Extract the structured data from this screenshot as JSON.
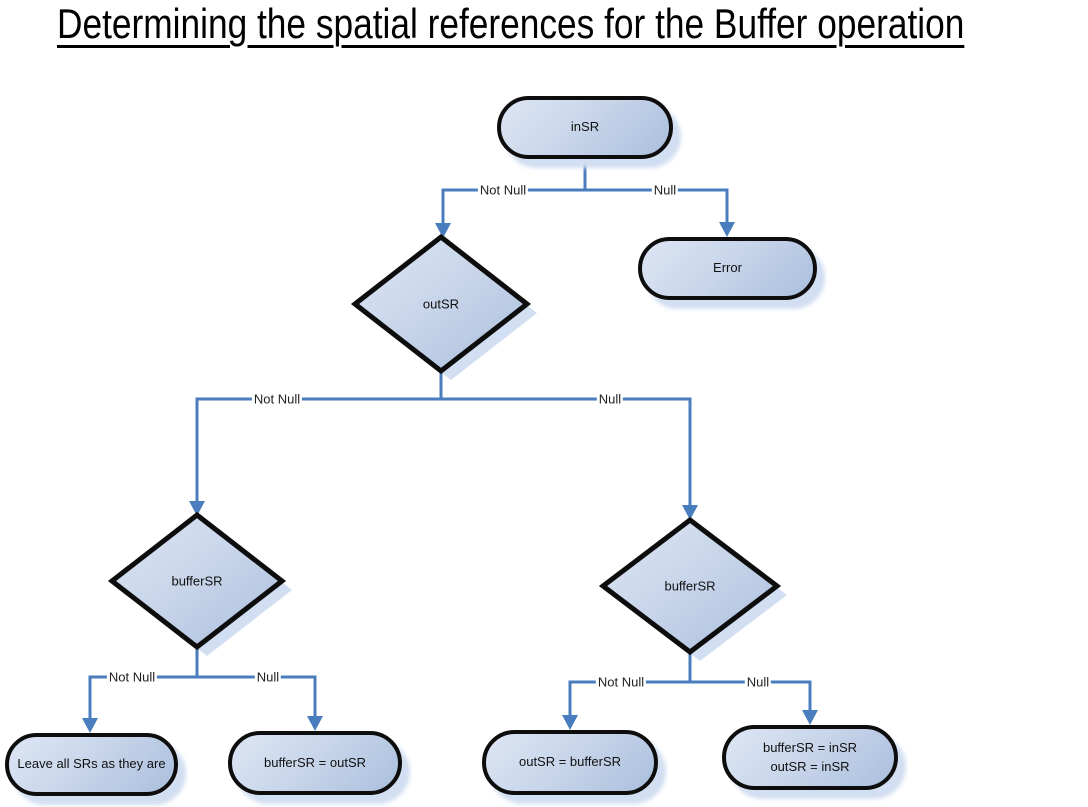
{
  "title": "Determining the spatial references for the Buffer operation",
  "colors": {
    "connector_blue": "#4a7dbd",
    "node_border": "#0d0d0d",
    "node_fill_light": "#dde6f4",
    "node_fill_dark": "#aabfdd",
    "shadow_blue": "#d2def1"
  },
  "nodes": {
    "insr": {
      "label": "inSR"
    },
    "error": {
      "label": "Error"
    },
    "outsr": {
      "label": "outSR"
    },
    "buffersr_left": {
      "label": "bufferSR"
    },
    "buffersr_right": {
      "label": "bufferSR"
    },
    "leave_all": {
      "label": "Leave all SRs as they are"
    },
    "buffersr_eq_outsr": {
      "label": "bufferSR = outSR"
    },
    "outsr_eq_buffersr": {
      "label": "outSR = bufferSR"
    },
    "both_eq_insr": {
      "label": "bufferSR = inSR\noutSR = inSR"
    }
  },
  "edge_labels": {
    "insr_not_null": "Not Null",
    "insr_null": "Null",
    "outsr_not_null": "Not Null",
    "outsr_null": "Null",
    "buffersr_left_not_null": "Not Null",
    "buffersr_left_null": "Null",
    "buffersr_right_not_null": "Not Null",
    "buffersr_right_null": "Null"
  }
}
